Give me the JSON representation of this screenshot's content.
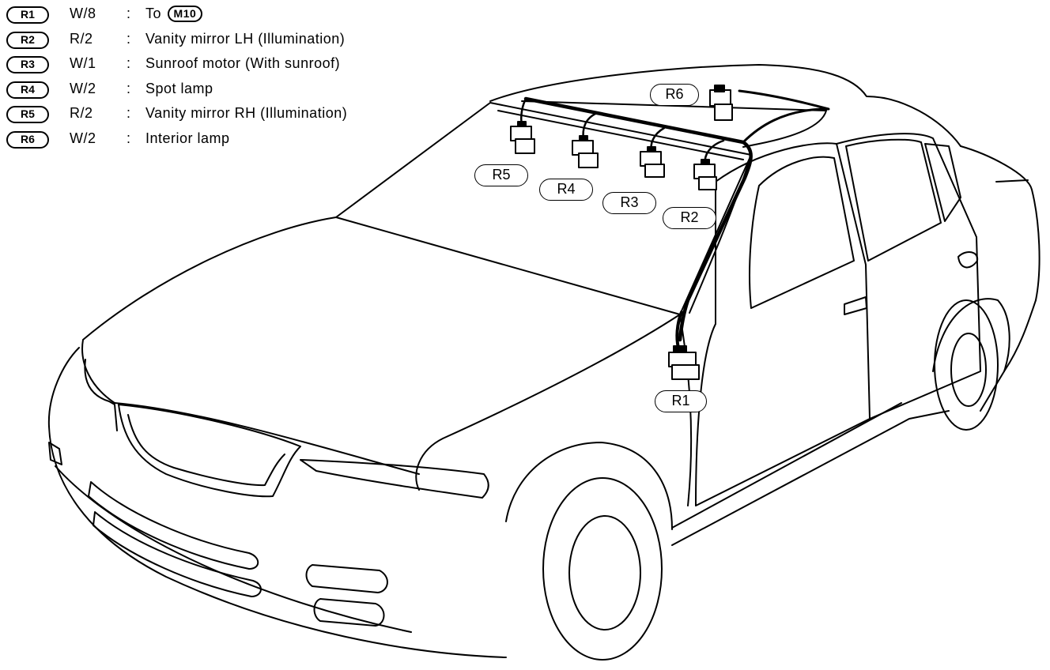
{
  "legend": [
    {
      "id": "R1",
      "wire": "W/8",
      "colon": ":",
      "prefix": "To",
      "ref": "M10",
      "desc": ""
    },
    {
      "id": "R2",
      "wire": "R/2",
      "colon": ":",
      "desc": "Vanity mirror LH (Illumination)"
    },
    {
      "id": "R3",
      "wire": "W/1",
      "colon": ":",
      "desc": "Sunroof motor (With sunroof)"
    },
    {
      "id": "R4",
      "wire": "W/2",
      "colon": ":",
      "desc": "Spot lamp"
    },
    {
      "id": "R5",
      "wire": "R/2",
      "colon": ":",
      "desc": "Vanity mirror RH (Illumination)"
    },
    {
      "id": "R6",
      "wire": "W/2",
      "colon": ":",
      "desc": "Interior lamp"
    }
  ],
  "connectors": {
    "r1": "R1",
    "r2": "R2",
    "r3": "R3",
    "r4": "R4",
    "r5": "R5",
    "r6": "R6"
  },
  "colors": {
    "line": "#000000",
    "background": "#ffffff"
  }
}
